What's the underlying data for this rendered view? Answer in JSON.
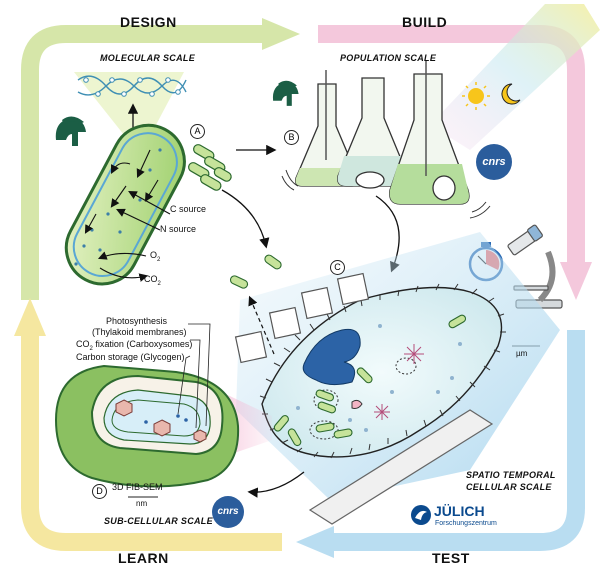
{
  "cycle": {
    "design": "DESIGN",
    "build": "BUILD",
    "test": "TEST",
    "learn": "LEARN"
  },
  "scales": {
    "molecular": "MOLECULAR  SCALE",
    "population": "POPULATION SCALE",
    "spatio_temporal_line1": "SPATIO TEMPORAL",
    "spatio_temporal_line2": "CELLULAR SCALE",
    "sub_cellular": "SUB-CELLULAR SCALE"
  },
  "markers": {
    "a": "A",
    "b": "B",
    "c": "C",
    "d": "D"
  },
  "cell_labels": {
    "c_source": "C source",
    "n_source": "N source",
    "o2": "O",
    "o2_sub": "2",
    "co2": "CO",
    "co2_sub": "2"
  },
  "subcellular_labels": {
    "photosynthesis": "Photosynthesis",
    "thylakoid": "(Thylakoid membranes)",
    "co2_fixation_prefix": "CO",
    "co2_fixation_sub": "2",
    "co2_fixation_rest": " fixation (Carboxysomes)",
    "carbon_storage": "Carbon storage (Glycogen)",
    "fib_sem": "3D FIB-SEM",
    "nm": "nm"
  },
  "micro_scale_unit": "µm",
  "logos": {
    "cnrs_top": "cnrs",
    "cnrs_bottom": "cnrs",
    "julich_name": "JÜLICH",
    "julich_sub": "Forschungszentrum"
  },
  "colors": {
    "design_arrow": "#d6e6a9",
    "build_arrow": "#f4c8dc",
    "test_arrow": "#b9ddf1",
    "learn_arrow": "#f5e7a0",
    "cell_green": "#b5d98a",
    "spartan_green": "#1b5e45",
    "julich_blue": "#0b4a8e",
    "cnrs_blue": "#2b5d9c"
  }
}
